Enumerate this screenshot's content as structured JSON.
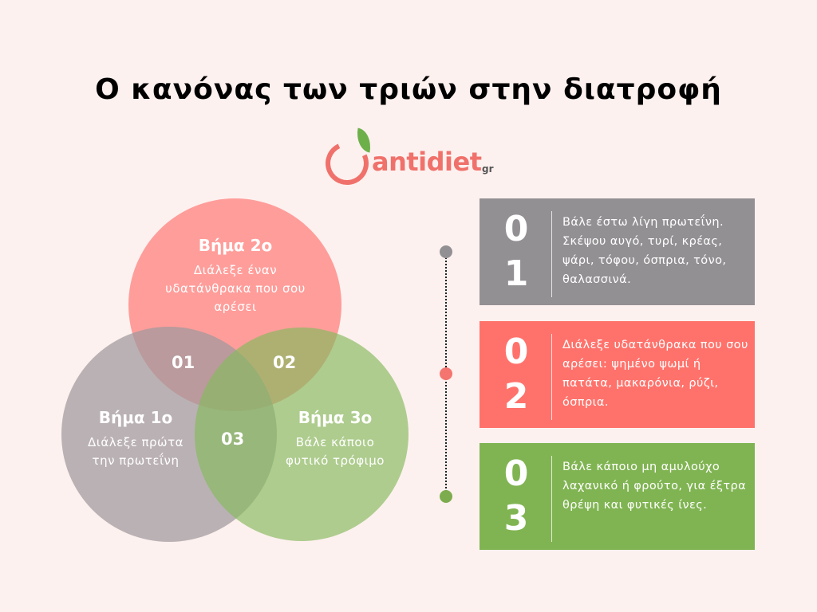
{
  "title": "Ο κανόνας των τριών στην διατροφή",
  "logo": {
    "word": "antidiet",
    "tld": "gr",
    "icon": "apple-leaf-icon",
    "colors": {
      "ring": "#f0716b",
      "leaf": "#6db04a"
    }
  },
  "venn": {
    "circles": [
      {
        "id": "step1",
        "heading": "Βήμα 1ο",
        "body": [
          "Διάλεξε πρώτα",
          "την πρωτεΐνη"
        ],
        "color": "#a0999d"
      },
      {
        "id": "step2",
        "heading": "Βήμα 2ο",
        "body": [
          "Διάλεξε έναν",
          "υδατάνθρακα που σου",
          "αρέσει"
        ],
        "color": "#ff9692"
      },
      {
        "id": "step3",
        "heading": "Βήμα 3ο",
        "body": [
          "Βάλε κάποιο",
          "φυτικό τρόφιμο"
        ],
        "color": "#87ba60"
      }
    ],
    "intersections": [
      "01",
      "02",
      "03"
    ]
  },
  "steps": [
    {
      "digits": [
        "0",
        "1"
      ],
      "text": "Βάλε έστω λίγη πρωτεΐνη. Σκέψου αυγό, τυρί, κρέας, ψάρι, τόφου, όσπρια, τόνο, θαλασσινά.",
      "color": "#939093",
      "dot_color": "#939093"
    },
    {
      "digits": [
        "0",
        "2"
      ],
      "text": "Διάλεξε υδατάνθρακα που σου αρέσει: ψημένο ψωμί ή πατάτα, μακαρόνια, ρύζι, όσπρια.",
      "color": "#ff726b",
      "dot_color": "#f47570"
    },
    {
      "digits": [
        "0",
        "3"
      ],
      "text": "Βάλε κάποιο μη αμυλούχο λαχανικό ή φρούτο, για έξτρα θρέψη και φυτικές ίνες.",
      "color": "#80b452",
      "dot_color": "#7dac4e"
    }
  ]
}
